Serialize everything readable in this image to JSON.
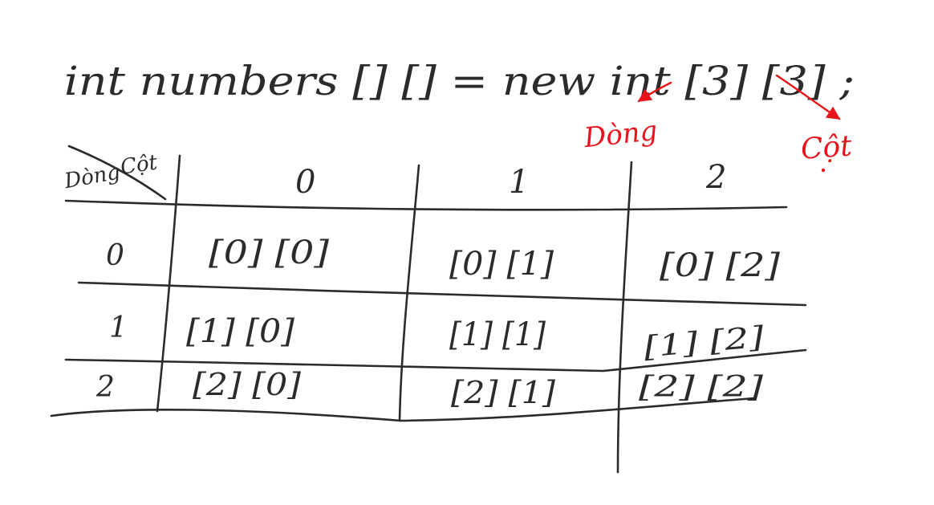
{
  "code_line": "int numbers [] [] = new int [3] [3] ;",
  "annotations": {
    "rows_label": "Dòng",
    "cols_label": "Cột"
  },
  "table": {
    "corner_row_label": "Dòng",
    "corner_col_label": "Cột",
    "column_headers": [
      "0",
      "1",
      "2"
    ],
    "row_headers": [
      "0",
      "1",
      "2"
    ],
    "cells": [
      [
        "[0] [0]",
        "[0] [1]",
        "[0] [2]"
      ],
      [
        "[1] [0]",
        "[1] [1]",
        "[1] [2]"
      ],
      [
        "[2] [0]",
        "[2] [1]",
        "[2] [2]"
      ]
    ]
  },
  "colors": {
    "ink": "#2b2b2b",
    "annotation": "#e8141b"
  }
}
